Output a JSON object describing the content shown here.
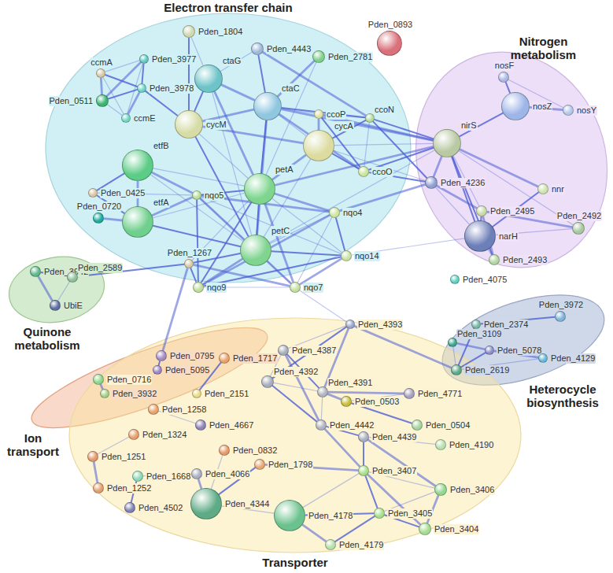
{
  "diagram": {
    "nodes": [
      {
        "text": [
          "Electron transfer chain"
        ]
      },
      {
        "text": [
          "ccmA"
        ],
        "in": 0
      },
      {
        "text": [
          "Pden_3977"
        ],
        "in": 0
      },
      {
        "text": [
          "Pden_1804"
        ],
        "in": 0
      },
      {
        "text": [
          "Pden_4443"
        ],
        "in": 0
      },
      {
        "text": [
          "Pden_2781"
        ],
        "in": 0
      },
      {
        "text": [
          "Pden_3978"
        ],
        "in": 0
      },
      {
        "text": [
          "ctaG"
        ],
        "in": 0
      },
      {
        "text": [
          "Pden_0511"
        ],
        "in": 0
      },
      {
        "text": [
          "ccmE"
        ],
        "in": 0
      },
      {
        "text": [
          "cycM"
        ],
        "in": 0
      },
      {
        "text": [
          "ctaC"
        ],
        "in": 0
      },
      {
        "text": [
          "ccoP"
        ],
        "in": 0
      },
      {
        "text": [
          "ccoN"
        ],
        "in": 0
      },
      {
        "text": [
          "etfB"
        ],
        "in": 0
      },
      {
        "text": [
          "cycA"
        ],
        "in": 0
      },
      {
        "text": [
          "Pden_0425"
        ],
        "in": 0
      },
      {
        "text": [
          "nqo5"
        ],
        "in": 0
      },
      {
        "text": [
          "petA"
        ],
        "in": 0
      },
      {
        "text": [
          "ccoO"
        ],
        "in": 0
      },
      {
        "text": [
          "Pden_0720"
        ],
        "in": 0
      },
      {
        "text": [
          "etfA"
        ],
        "in": 0
      },
      {
        "text": [
          "nqo4"
        ],
        "in": 0
      },
      {
        "text": [
          "petC"
        ],
        "in": 0
      },
      {
        "text": [
          "nqo14"
        ],
        "in": 0
      },
      {
        "text": [
          "Pden_1267"
        ],
        "in": 0
      },
      {
        "text": [
          "nqo9"
        ],
        "in": 0
      },
      {
        "text": [
          "nqo7"
        ],
        "in": 0
      },
      {
        "text": [
          "Pden_0893"
        ]
      },
      {
        "text": [
          "Nitrogen metabolism"
        ]
      },
      {
        "text": [
          "nosF"
        ],
        "in": 29
      },
      {
        "text": [
          "nosZ"
        ],
        "in": 29
      },
      {
        "text": [
          "nosY"
        ],
        "in": 29
      },
      {
        "text": [
          "nirS"
        ],
        "in": 29
      },
      {
        "text": [
          "Pden_4236"
        ],
        "in": 29
      },
      {
        "text": [
          "nnr"
        ],
        "in": 29
      },
      {
        "text": [
          "Pden_2495"
        ],
        "in": 29
      },
      {
        "text": [
          "narH"
        ],
        "in": 29
      },
      {
        "text": [
          "Pden_2492"
        ],
        "in": 29
      },
      {
        "text": [
          "Pden_2493"
        ],
        "in": 29
      },
      {
        "text": [
          "Quinone metabolism"
        ]
      },
      {
        "text": [
          "Pden_3942"
        ],
        "in": 40
      },
      {
        "text": [
          "Pden_2589"
        ],
        "in": 40
      },
      {
        "text": [
          "UbiE"
        ],
        "in": 40
      },
      {
        "text": [
          "Pden_4075"
        ]
      },
      {
        "text": [
          "Heterocycle biosynthesis"
        ]
      },
      {
        "text": [
          "Pden_2374"
        ],
        "in": 45
      },
      {
        "text": [
          "Pden_3972"
        ],
        "in": 45
      },
      {
        "text": [
          "Pden_3109"
        ],
        "in": 45
      },
      {
        "text": [
          "Pden_5078"
        ],
        "in": 45
      },
      {
        "text": [
          "Pden_4129"
        ],
        "in": 45
      },
      {
        "text": [
          "Pden_2619"
        ],
        "in": 45
      },
      {
        "text": [
          "Ion transport"
        ]
      },
      {
        "text": [
          "Pden_0795"
        ],
        "in": 52
      },
      {
        "text": [
          "Pden_1717"
        ],
        "in": 52
      },
      {
        "text": [
          "Pden_5095"
        ],
        "in": 52
      },
      {
        "text": [
          "Pden_3932"
        ],
        "in": 52
      },
      {
        "text": [
          "Transporter"
        ]
      },
      {
        "text": [
          "Pden_4393"
        ],
        "in": 57
      },
      {
        "text": [
          "Pden_4387"
        ],
        "in": 57
      },
      {
        "text": [
          "Pden_0716"
        ],
        "in": 57
      },
      {
        "text": [
          "Pden_2151"
        ],
        "in": 57
      },
      {
        "text": [
          "Pden_4392"
        ],
        "in": 57
      },
      {
        "text": [
          "Pden_4391"
        ],
        "in": 57
      },
      {
        "text": [
          "Pden_0503"
        ],
        "in": 57
      },
      {
        "text": [
          "Pden_4771"
        ],
        "in": 57
      },
      {
        "text": [
          "Pden_1258"
        ],
        "in": 57
      },
      {
        "text": [
          "Pden_4667"
        ],
        "in": 57
      },
      {
        "text": [
          "Pden_1324"
        ],
        "in": 57
      },
      {
        "text": [
          "Pden_0504"
        ],
        "in": 57
      },
      {
        "text": [
          "Pden_4442"
        ],
        "in": 57
      },
      {
        "text": [
          "Pden_0832"
        ],
        "in": 57
      },
      {
        "text": [
          "Pden_1251"
        ],
        "in": 57
      },
      {
        "text": [
          "Pden_4439"
        ],
        "in": 57
      },
      {
        "text": [
          "Pden_4190"
        ],
        "in": 57
      },
      {
        "text": [
          "Pden_1668"
        ],
        "in": 57
      },
      {
        "text": [
          "Pden_4066"
        ],
        "in": 57
      },
      {
        "text": [
          "Pden_1798"
        ],
        "in": 57
      },
      {
        "text": [
          "Pden_1252"
        ],
        "in": 57
      },
      {
        "text": [
          "Pden_3407"
        ],
        "in": 57
      },
      {
        "text": [
          "Pden_4502"
        ],
        "in": 57
      },
      {
        "text": [
          "Pden_4344"
        ],
        "in": 57
      },
      {
        "text": [
          "Pden_3406"
        ],
        "in": 57
      },
      {
        "text": [
          "Pden_4178"
        ],
        "in": 57
      },
      {
        "text": [
          "Pden_3405"
        ],
        "in": 57
      },
      {
        "text": [
          "Pden_3404"
        ],
        "in": 57
      },
      {
        "text": [
          "Pden_4179"
        ],
        "in": 57
      }
    ],
    "edges": [
      {
        "from": 1,
        "to": 2,
        "arrow": "none"
      },
      {
        "from": 1,
        "to": 6,
        "arrow": "none"
      },
      {
        "from": 1,
        "to": 8,
        "arrow": "none"
      },
      {
        "from": 1,
        "to": 9,
        "arrow": "none"
      },
      {
        "from": 2,
        "to": 6,
        "arrow": "none"
      },
      {
        "from": 2,
        "to": 8,
        "arrow": "none"
      },
      {
        "from": 2,
        "to": 9,
        "arrow": "none"
      },
      {
        "from": 6,
        "to": 8,
        "arrow": "none"
      },
      {
        "from": 6,
        "to": 9,
        "arrow": "none"
      },
      {
        "from": 8,
        "to": 9,
        "arrow": "none"
      },
      {
        "from": 6,
        "to": 10,
        "arrow": "none"
      },
      {
        "from": 7,
        "to": 11,
        "arrow": "none"
      },
      {
        "from": 4,
        "to": 7,
        "arrow": "none"
      },
      {
        "from": 7,
        "to": 10,
        "arrow": "none"
      },
      {
        "from": 7,
        "to": 18,
        "arrow": "none"
      },
      {
        "from": 7,
        "to": 23,
        "arrow": "none"
      },
      {
        "from": 4,
        "to": 11,
        "arrow": "none"
      },
      {
        "from": 4,
        "to": 13,
        "arrow": "none"
      },
      {
        "from": 3,
        "to": 7,
        "arrow": "none"
      },
      {
        "from": 3,
        "to": 10,
        "arrow": "none"
      },
      {
        "from": 10,
        "to": 11,
        "arrow": "none"
      },
      {
        "from": 10,
        "to": 18,
        "arrow": "none"
      },
      {
        "from": 10,
        "to": 23,
        "arrow": "none"
      },
      {
        "from": 10,
        "to": 15,
        "arrow": "none"
      },
      {
        "from": 11,
        "to": 12,
        "arrow": "none"
      },
      {
        "from": 11,
        "to": 13,
        "arrow": "none"
      },
      {
        "from": 11,
        "to": 19,
        "arrow": "none"
      },
      {
        "from": 11,
        "to": 15,
        "arrow": "none"
      },
      {
        "from": 11,
        "to": 18,
        "arrow": "none"
      },
      {
        "from": 11,
        "to": 23,
        "arrow": "none"
      },
      {
        "from": 12,
        "to": 13,
        "arrow": "none"
      },
      {
        "from": 12,
        "to": 19,
        "arrow": "none"
      },
      {
        "from": 12,
        "to": 15,
        "arrow": "none"
      },
      {
        "from": 13,
        "to": 19,
        "arrow": "none"
      },
      {
        "from": 13,
        "to": 15,
        "arrow": "none"
      },
      {
        "from": 15,
        "to": 18,
        "arrow": "none"
      },
      {
        "from": 15,
        "to": 23,
        "arrow": "none"
      },
      {
        "from": 15,
        "to": 19,
        "arrow": "none"
      },
      {
        "from": 14,
        "to": 21,
        "arrow": "none"
      },
      {
        "from": 14,
        "to": 18,
        "arrow": "none"
      },
      {
        "from": 14,
        "to": 16,
        "arrow": "none"
      },
      {
        "from": 14,
        "to": 17,
        "arrow": "none"
      },
      {
        "from": 14,
        "to": 23,
        "arrow": "none"
      },
      {
        "from": 16,
        "to": 21,
        "arrow": "none"
      },
      {
        "from": 20,
        "to": 21,
        "arrow": "none"
      },
      {
        "from": 18,
        "to": 21,
        "arrow": "none"
      },
      {
        "from": 21,
        "to": 23,
        "arrow": "none"
      },
      {
        "from": 17,
        "to": 21,
        "arrow": "none"
      },
      {
        "from": 16,
        "to": 17,
        "arrow": "none"
      },
      {
        "from": 17,
        "to": 18,
        "arrow": "none"
      },
      {
        "from": 17,
        "to": 22,
        "arrow": "none"
      },
      {
        "from": 17,
        "to": 24,
        "arrow": "none"
      },
      {
        "from": 17,
        "to": 26,
        "arrow": "none"
      },
      {
        "from": 17,
        "to": 27,
        "arrow": "none"
      },
      {
        "from": 17,
        "to": 23,
        "arrow": "none"
      },
      {
        "from": 18,
        "to": 23,
        "arrow": "none"
      },
      {
        "from": 18,
        "to": 22,
        "arrow": "none"
      },
      {
        "from": 18,
        "to": 24,
        "arrow": "none"
      },
      {
        "from": 18,
        "to": 26,
        "arrow": "none"
      },
      {
        "from": 18,
        "to": 27,
        "arrow": "none"
      },
      {
        "from": 22,
        "to": 23,
        "arrow": "none"
      },
      {
        "from": 23,
        "to": 24,
        "arrow": "none"
      },
      {
        "from": 23,
        "to": 26,
        "arrow": "none"
      },
      {
        "from": 23,
        "to": 27,
        "arrow": "none"
      },
      {
        "from": 22,
        "to": 24,
        "arrow": "none"
      },
      {
        "from": 22,
        "to": 26,
        "arrow": "none"
      },
      {
        "from": 22,
        "to": 27,
        "arrow": "none"
      },
      {
        "from": 24,
        "to": 26,
        "arrow": "none"
      },
      {
        "from": 24,
        "to": 27,
        "arrow": "none"
      },
      {
        "from": 26,
        "to": 27,
        "arrow": "none"
      },
      {
        "from": 25,
        "to": 26,
        "arrow": "none"
      },
      {
        "from": 25,
        "to": 27,
        "arrow": "none"
      },
      {
        "from": 18,
        "to": 25,
        "arrow": "none"
      },
      {
        "from": 23,
        "to": 25,
        "arrow": "none"
      },
      {
        "from": 5,
        "to": 11,
        "arrow": "none"
      },
      {
        "from": 5,
        "to": 18,
        "arrow": "none"
      },
      {
        "from": 13,
        "to": 33,
        "arrow": "none"
      },
      {
        "from": 12,
        "to": 33,
        "arrow": "none"
      },
      {
        "from": 15,
        "to": 33,
        "arrow": "none"
      },
      {
        "from": 19,
        "to": 33,
        "arrow": "none"
      },
      {
        "from": 11,
        "to": 33,
        "arrow": "none"
      },
      {
        "from": 15,
        "to": 34,
        "arrow": "none"
      },
      {
        "from": 13,
        "to": 34,
        "arrow": "none"
      },
      {
        "from": 18,
        "to": 33,
        "arrow": "none"
      },
      {
        "from": 23,
        "to": 33,
        "arrow": "none"
      },
      {
        "from": 19,
        "to": 34,
        "arrow": "none"
      },
      {
        "from": 22,
        "to": 34,
        "arrow": "none"
      },
      {
        "from": 24,
        "to": 37,
        "arrow": "none"
      },
      {
        "from": 30,
        "to": 31,
        "arrow": "none"
      },
      {
        "from": 31,
        "to": 32,
        "arrow": "none"
      },
      {
        "from": 30,
        "to": 32,
        "arrow": "none"
      },
      {
        "from": 31,
        "to": 33,
        "arrow": "none"
      },
      {
        "from": 33,
        "to": 34,
        "arrow": "none"
      },
      {
        "from": 33,
        "to": 36,
        "arrow": "none"
      },
      {
        "from": 33,
        "to": 37,
        "arrow": "none"
      },
      {
        "from": 33,
        "to": 35,
        "arrow": "none"
      },
      {
        "from": 33,
        "to": 38,
        "arrow": "none"
      },
      {
        "from": 33,
        "to": 39,
        "arrow": "none"
      },
      {
        "from": 34,
        "to": 36,
        "arrow": "none"
      },
      {
        "from": 34,
        "to": 37,
        "arrow": "none"
      },
      {
        "from": 36,
        "to": 37,
        "arrow": "none"
      },
      {
        "from": 36,
        "to": 38,
        "arrow": "none"
      },
      {
        "from": 37,
        "to": 39,
        "arrow": "none"
      },
      {
        "from": 35,
        "to": 37,
        "arrow": "none"
      },
      {
        "from": 36,
        "to": 39,
        "arrow": "none"
      },
      {
        "from": 37,
        "to": 38,
        "arrow": "none"
      },
      {
        "from": 41,
        "to": 42,
        "arrow": "none"
      },
      {
        "from": 41,
        "to": 43,
        "arrow": "none"
      },
      {
        "from": 42,
        "to": 43,
        "arrow": "none"
      },
      {
        "from": 25,
        "to": 42,
        "arrow": "none"
      },
      {
        "from": 25,
        "to": 53,
        "arrow": "none"
      },
      {
        "from": 27,
        "to": 58,
        "arrow": "none"
      },
      {
        "from": 46,
        "to": 51,
        "arrow": "none"
      },
      {
        "from": 48,
        "to": 49,
        "arrow": "none"
      },
      {
        "from": 48,
        "to": 51,
        "arrow": "none"
      },
      {
        "from": 49,
        "to": 51,
        "arrow": "none"
      },
      {
        "from": 49,
        "to": 50,
        "arrow": "none"
      },
      {
        "from": 50,
        "to": 51,
        "arrow": "none"
      },
      {
        "from": 46,
        "to": 47,
        "arrow": "none"
      },
      {
        "from": 51,
        "to": 58,
        "arrow": "none"
      },
      {
        "from": 58,
        "to": 59,
        "arrow": "none"
      },
      {
        "from": 58,
        "to": 62,
        "arrow": "none"
      },
      {
        "from": 58,
        "to": 63,
        "arrow": "none"
      },
      {
        "from": 59,
        "to": 62,
        "arrow": "none"
      },
      {
        "from": 59,
        "to": 63,
        "arrow": "none"
      },
      {
        "from": 59,
        "to": 70,
        "arrow": "none"
      },
      {
        "from": 62,
        "to": 63,
        "arrow": "none"
      },
      {
        "from": 62,
        "to": 70,
        "arrow": "none"
      },
      {
        "from": 63,
        "to": 64,
        "arrow": "none"
      },
      {
        "from": 63,
        "to": 70,
        "arrow": "none"
      },
      {
        "from": 64,
        "to": 69,
        "arrow": "none"
      },
      {
        "from": 63,
        "to": 65,
        "arrow": "none"
      },
      {
        "from": 64,
        "to": 65,
        "arrow": "none"
      },
      {
        "from": 70,
        "to": 73,
        "arrow": "none"
      },
      {
        "from": 70,
        "to": 79,
        "arrow": "none"
      },
      {
        "from": 73,
        "to": 74,
        "arrow": "none"
      },
      {
        "from": 73,
        "to": 79,
        "arrow": "none"
      },
      {
        "from": 73,
        "to": 82,
        "arrow": "none"
      },
      {
        "from": 79,
        "to": 82,
        "arrow": "none"
      },
      {
        "from": 79,
        "to": 84,
        "arrow": "none"
      },
      {
        "from": 79,
        "to": 85,
        "arrow": "none"
      },
      {
        "from": 82,
        "to": 84,
        "arrow": "none"
      },
      {
        "from": 84,
        "to": 85,
        "arrow": "none"
      },
      {
        "from": 82,
        "to": 85,
        "arrow": "none"
      },
      {
        "from": 79,
        "to": 83,
        "arrow": "none"
      },
      {
        "from": 83,
        "to": 84,
        "arrow": "none"
      },
      {
        "from": 83,
        "to": 86,
        "arrow": "none"
      },
      {
        "from": 81,
        "to": 83,
        "arrow": "none"
      },
      {
        "from": 77,
        "to": 81,
        "arrow": "none"
      },
      {
        "from": 76,
        "to": 81,
        "arrow": "none"
      },
      {
        "from": 71,
        "to": 81,
        "arrow": "none"
      },
      {
        "from": 84,
        "to": 86,
        "arrow": "none"
      },
      {
        "from": 77,
        "to": 79,
        "arrow": "none"
      },
      {
        "from": 75,
        "to": 76,
        "arrow": "none"
      },
      {
        "from": 75,
        "to": 80,
        "arrow": "none"
      },
      {
        "from": 72,
        "to": 78,
        "arrow": "none"
      },
      {
        "from": 68,
        "to": 72,
        "arrow": "none"
      },
      {
        "from": 53,
        "to": 55,
        "arrow": "none"
      },
      {
        "from": 56,
        "to": 60,
        "arrow": "none"
      },
      {
        "from": 66,
        "to": 67,
        "arrow": "none"
      },
      {
        "from": 54,
        "to": 61,
        "arrow": "none"
      }
    ]
  }
}
